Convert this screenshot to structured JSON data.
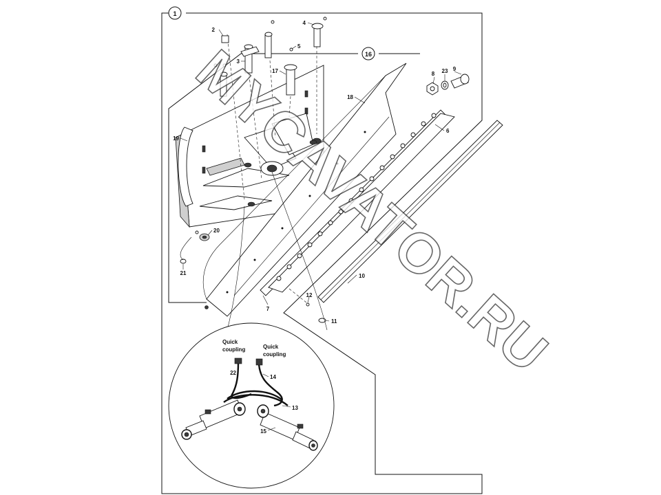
{
  "diagram": {
    "assembly_ref": "1",
    "subassembly_ref": "16",
    "callouts": {
      "c2": "2",
      "c3": "3",
      "c4": "4",
      "c5": "5",
      "c6": "6",
      "c7": "7",
      "c8": "8",
      "c9": "9",
      "c10": "10",
      "c11": "11",
      "c12": "12",
      "c13": "13",
      "c14": "14",
      "c15": "15",
      "c17": "17",
      "c18": "18",
      "c19": "19",
      "c20": "20",
      "c21": "21",
      "c22": "22",
      "c23": "23"
    },
    "detail": {
      "quick_coupling_left": [
        "Quick",
        "coupling"
      ],
      "quick_coupling_right": [
        "Quick",
        "coupling"
      ]
    },
    "watermark": "MYCAVATOR.RU"
  }
}
